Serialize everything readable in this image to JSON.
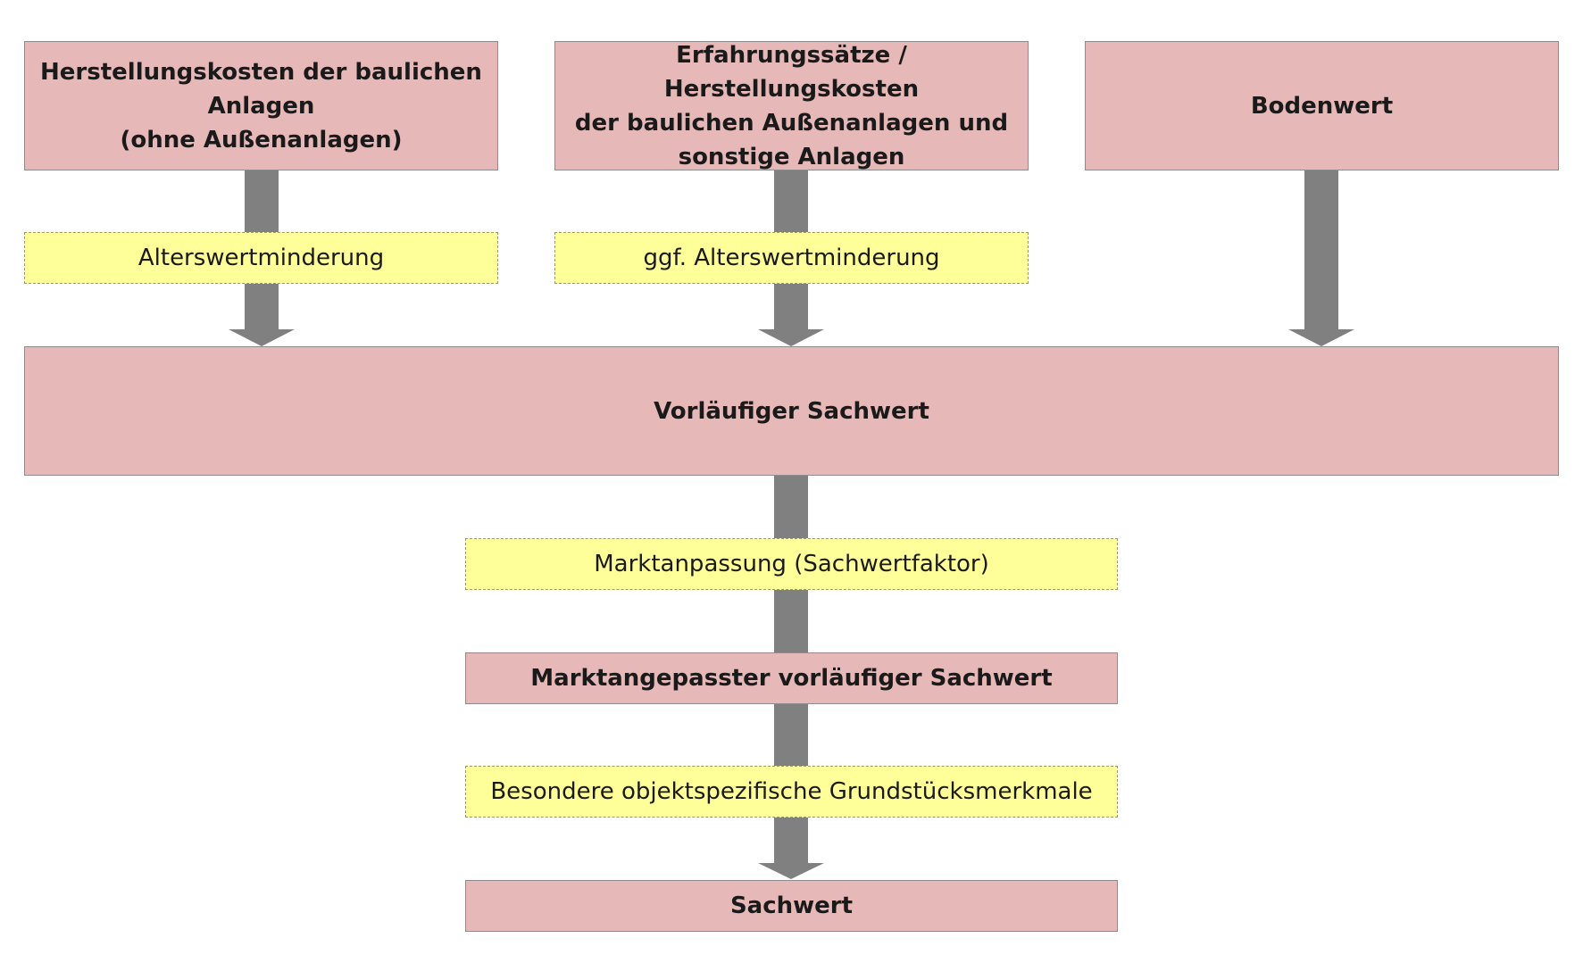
{
  "diagram": {
    "source_boxes": [
      {
        "id": "herstellungskosten",
        "lines": [
          "Herstellungskosten der baulichen",
          "Anlagen",
          "(ohne Außenanlagen)"
        ]
      },
      {
        "id": "erfahrungssaetze",
        "lines": [
          "Erfahrungssätze / Herstellungskosten",
          "der baulichen Außenanlagen und",
          "sonstige Anlagen"
        ]
      },
      {
        "id": "bodenwert",
        "lines": [
          "Bodenwert"
        ]
      }
    ],
    "adjustments": {
      "alterswertminderung": "Alterswertminderung",
      "ggf_alterswertminderung": "ggf. Alterswertminderung",
      "marktanpassung": "Marktanpassung (Sachwertfaktor)",
      "besondere_merkmale": "Besondere objektspezifische Grundstücksmerkmale"
    },
    "results": {
      "vorlaeufiger_sachwert": "Vorläufiger Sachwert",
      "marktangepasster_sachwert": "Marktangepasster vorläufiger Sachwert",
      "sachwert": "Sachwert"
    },
    "colors": {
      "main_box": "#e6b8b7",
      "adjustment_box": "#ffff99",
      "arrow": "#808080"
    }
  }
}
